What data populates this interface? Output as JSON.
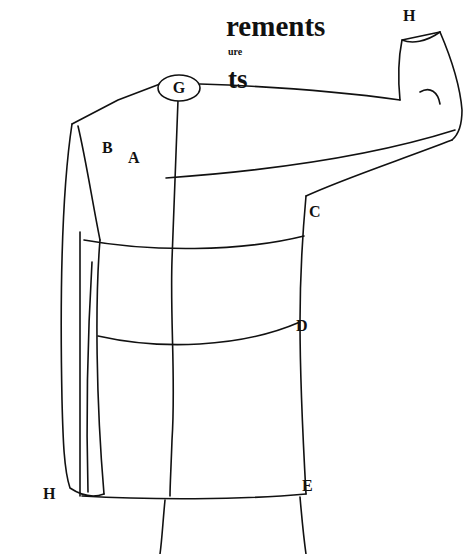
{
  "diagram": {
    "title": "rements",
    "nodes": [
      {
        "text": [
          "G"
        ]
      }
    ],
    "labels": [
      "ure",
      "ts",
      "H",
      "B",
      "A",
      "C",
      "D",
      "E",
      "H"
    ]
  }
}
